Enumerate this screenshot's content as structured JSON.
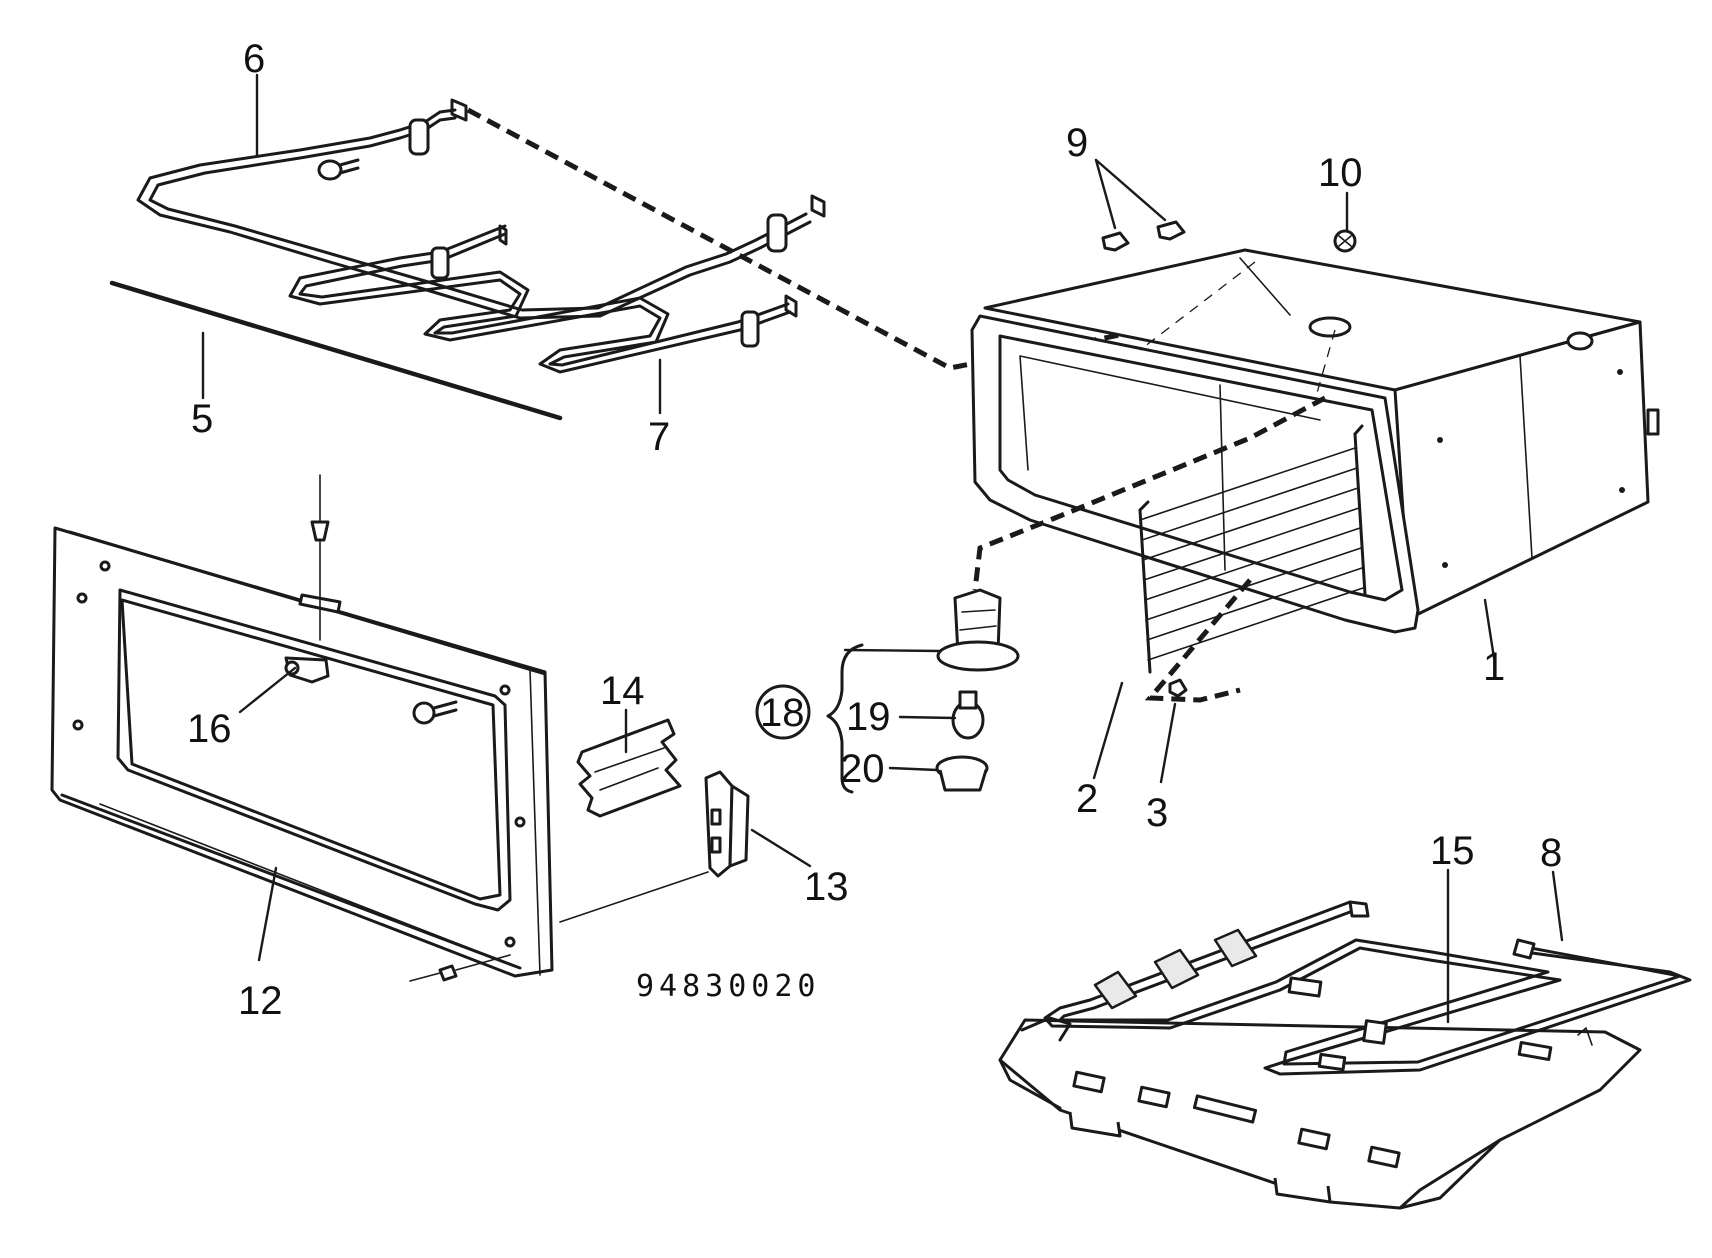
{
  "drawing_number": "94830020",
  "callouts": {
    "c1": "1",
    "c2": "2",
    "c3": "3",
    "c5": "5",
    "c6": "6",
    "c7": "7",
    "c8": "8",
    "c9": "9",
    "c10": "10",
    "c12": "12",
    "c13": "13",
    "c14": "14",
    "c15": "15",
    "c16": "16",
    "c18": "18",
    "c19": "19",
    "c20": "20"
  }
}
